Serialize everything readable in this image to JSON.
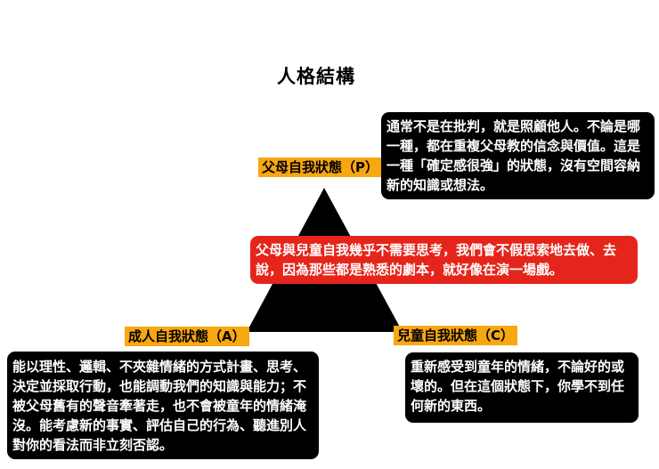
{
  "title": "人格結構",
  "colors": {
    "label_bg": "#f7a710",
    "box_bg": "#000000",
    "center_box_bg": "#e5251b",
    "triangle": "#000000"
  },
  "parent": {
    "label": "父母自我狀態（P）",
    "description": "通常不是在批判，就是照顧他人。不論是哪一種，都在重複父母教的信念與價值。這是一種「確定感很強」的狀態，沒有空間容納新的知識或想法。"
  },
  "center": {
    "description": "父母與兒童自我幾乎不需要思考，我們會不假思索地去做、去說，因為那些都是熟悉的劇本，就好像在演一場戲。"
  },
  "adult": {
    "label": "成人自我狀態（A）",
    "description": "能以理性、邏輯、不夾雜情緒的方式計畫、思考、決定並採取行動，也能調動我們的知識與能力；不被父母舊有的聲音牽著走，也不會被童年的情緒淹沒。能考慮新的事實、評估自己的行為、聽進別人對你的看法而非立刻否認。"
  },
  "child": {
    "label": "兒童自我狀態（C）",
    "description": "重新感受到童年的情緒，不論好的或壞的。但在這個狀態下，你學不到任何新的東西。"
  }
}
